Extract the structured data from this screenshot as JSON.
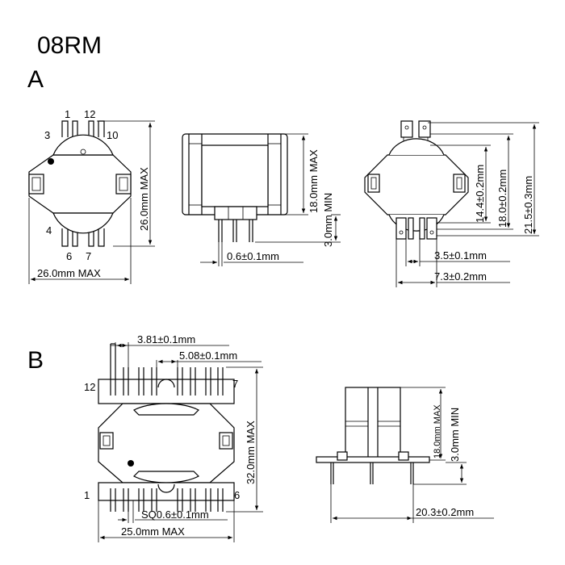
{
  "title": "08RM",
  "sections": {
    "a": {
      "label": "A",
      "pins": {
        "p1": "1",
        "p12": "12",
        "p3": "3",
        "p10": "10",
        "p4": "4",
        "p6": "6",
        "p7": "7"
      },
      "dims": {
        "top_width": "26.0mm MAX",
        "top_height": "26.0mm MAX",
        "side_height": "18.0mm MAX",
        "pin_length": "3.0mm MIN",
        "pin_diameter": "0.6±0.1mm",
        "pin_spacing_small": "3.5±0.1mm",
        "pin_spacing_wide": "7.3±0.2mm",
        "row_inner": "14.4±0.2mm",
        "row_middle": "18.0±0.2mm",
        "row_outer": "21.5±0.3mm"
      }
    },
    "b": {
      "label": "B",
      "pins": {
        "p12": "12",
        "p7": "7",
        "p1": "1",
        "p6": "6"
      },
      "dims": {
        "pitch_small": "3.81±0.1mm",
        "pitch_large": "5.08±0.1mm",
        "height": "32.0mm MAX",
        "pin_square": "SQ0.6±0.1mm",
        "width": "25.0mm MAX",
        "side_height": "18.0mm MAX",
        "pin_length": "3.0mm MIN",
        "side_width": "20.3±0.2mm"
      }
    }
  }
}
